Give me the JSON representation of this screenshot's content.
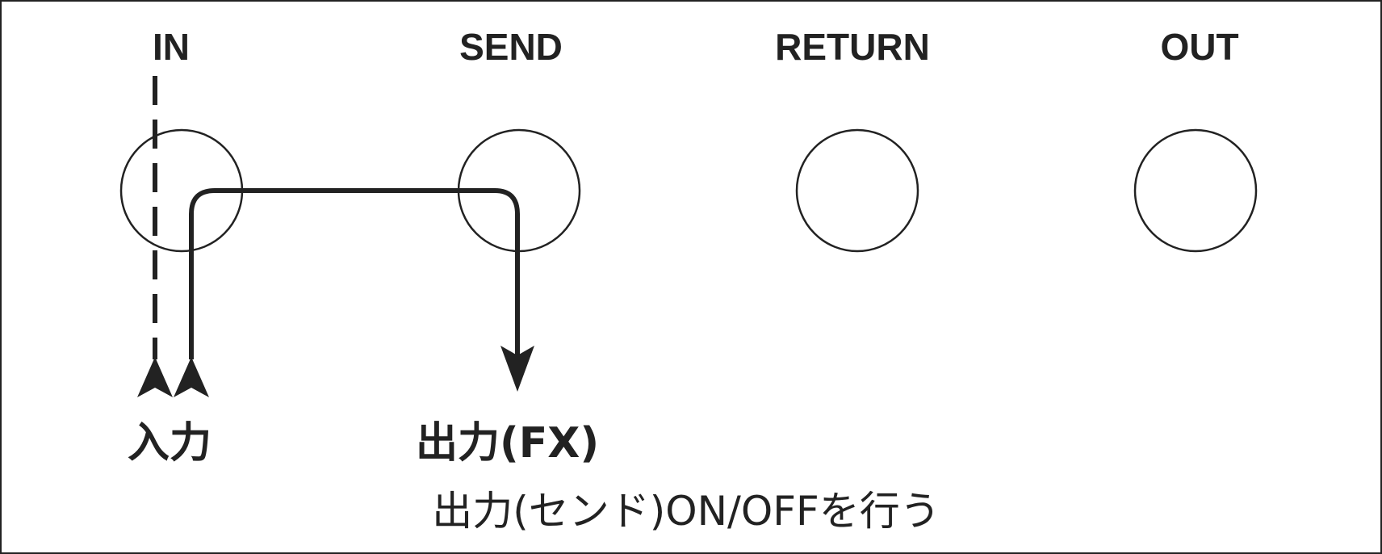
{
  "ports": [
    {
      "id": "in",
      "label": "IN"
    },
    {
      "id": "send",
      "label": "SEND"
    },
    {
      "id": "return",
      "label": "RETURN"
    },
    {
      "id": "out",
      "label": "OUT"
    }
  ],
  "signal_labels": {
    "input": "入力",
    "output_fx": "出力(FX)"
  },
  "caption": "出力(センド)ON/OFFを行う",
  "colors": {
    "line": "#222222",
    "background": "#ffffff"
  }
}
